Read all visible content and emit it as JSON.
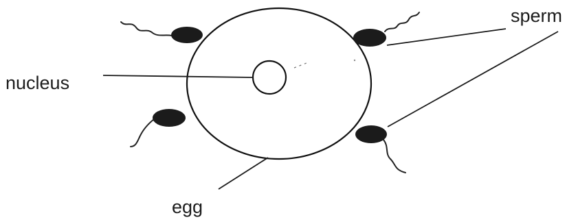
{
  "labels": {
    "sperm": "sperm",
    "nucleus": "nucleus",
    "egg": "egg"
  }
}
